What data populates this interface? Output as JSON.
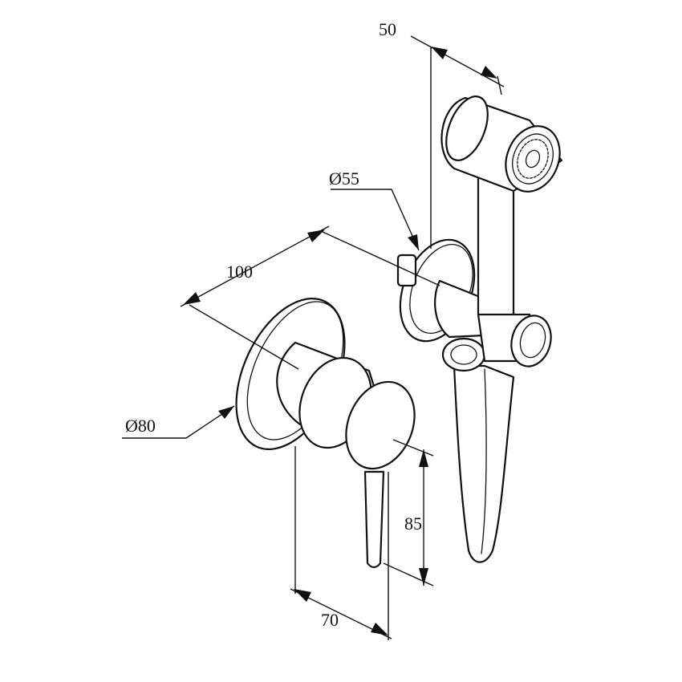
{
  "dimensions": {
    "handshower_width": "50",
    "holder_diameter": "Ø55",
    "holder_spacing": "100",
    "rosette_diameter": "Ø80",
    "lever_height": "85",
    "lever_projection": "70"
  }
}
